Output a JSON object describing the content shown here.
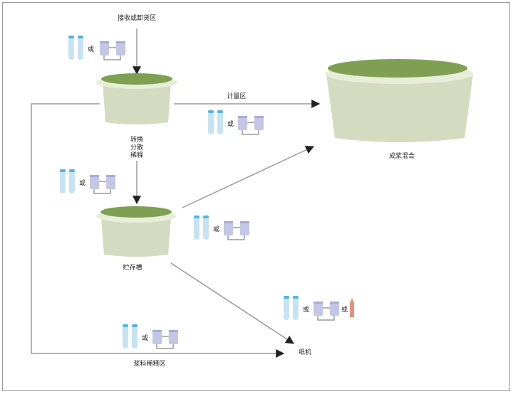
{
  "labels": {
    "receiving_zone": "接收或卸货区",
    "metering_zone": "计量区",
    "conversion_line1": "转换",
    "conversion_line2": "分散",
    "conversion_line3": "稀释",
    "stock_mixing": "成浆混合",
    "storage_tank": "贮存槽",
    "slurry_dilution_zone": "浆料稀释区",
    "paper_machine": "纸机"
  },
  "connector_word": "或",
  "colors": {
    "tank_body": "#d3dcc0",
    "tank_rim": "#e8edda",
    "liquid": "#7fa052",
    "line": "#9a9a9a",
    "arrow": "#222222",
    "tube": "#c6e3f1",
    "tube_cap": "#4fb6de",
    "beaker": "#c4c6e6",
    "beaker_link": "#9a9a9a",
    "pencil": "#e4907e"
  },
  "icons": {
    "test_tube": "test-tube-icon",
    "beaker_pair": "beaker-pair-icon",
    "pencil": "pencil-icon"
  }
}
